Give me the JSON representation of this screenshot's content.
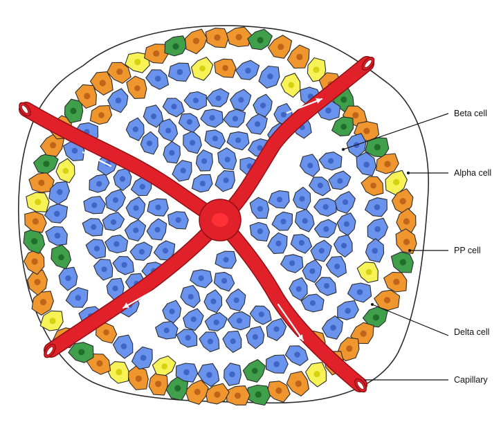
{
  "labels": {
    "beta": "Beta cell",
    "alpha": "Alpha cell",
    "pp": "PP cell",
    "delta": "Delta cell",
    "capillary": "Capillary"
  },
  "colors": {
    "beta": "#6a93ee",
    "beta_nucleus": "#3f66c7",
    "alpha": "#f0962f",
    "alpha_nucleus": "#c0641a",
    "pp": "#3f9f4a",
    "pp_nucleus": "#1f6e2a",
    "delta": "#f7f255",
    "delta_nucleus": "#d7d112",
    "capillary": "#e1212a",
    "capillary_edge": "#8f0f15",
    "outline": "#2b2b2b"
  }
}
